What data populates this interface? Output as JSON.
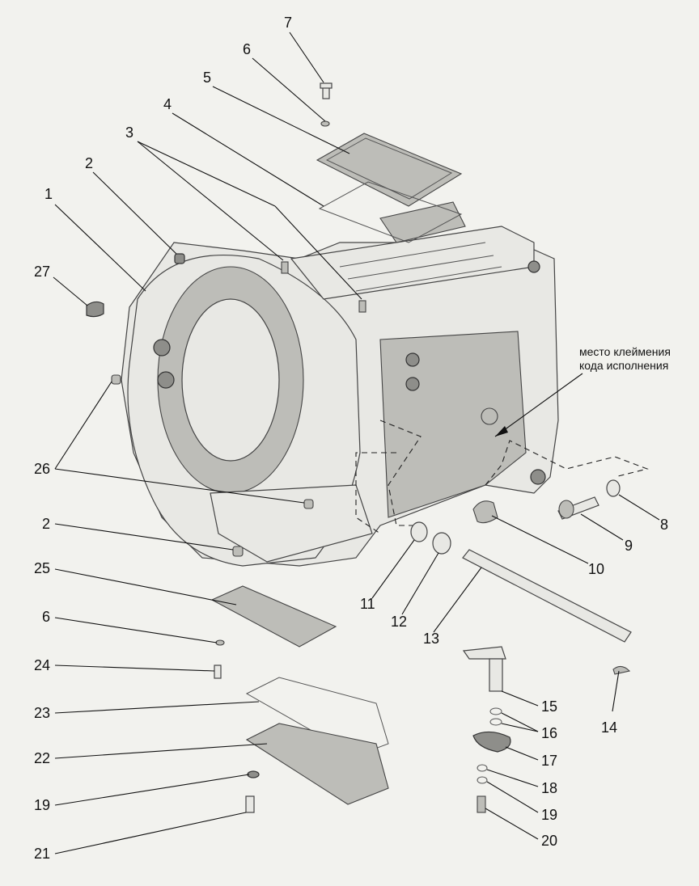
{
  "callouts": [
    "1",
    "2",
    "3",
    "4",
    "5",
    "6",
    "7",
    "8",
    "9",
    "10",
    "11",
    "12",
    "13",
    "14",
    "15",
    "16",
    "17",
    "18",
    "19",
    "20",
    "21",
    "22",
    "23",
    "24",
    "25",
    "26",
    "27"
  ],
  "labels": {
    "p1": "1",
    "p2a": "2",
    "p2b": "2",
    "p3": "3",
    "p4": "4",
    "p5": "5",
    "p6a": "6",
    "p6b": "6",
    "p7": "7",
    "p8": "8",
    "p9": "9",
    "p10": "10",
    "p11": "11",
    "p12": "12",
    "p13": "13",
    "p14": "14",
    "p15": "15",
    "p16": "16",
    "p17": "17",
    "p18": "18",
    "p19a": "19",
    "p19b": "19",
    "p20": "20",
    "p21": "21",
    "p22": "22",
    "p23": "23",
    "p24": "24",
    "p25": "25",
    "p26": "26",
    "p27": "27"
  },
  "note": {
    "line1": "место клеймения",
    "line2": "кода исполнения"
  }
}
